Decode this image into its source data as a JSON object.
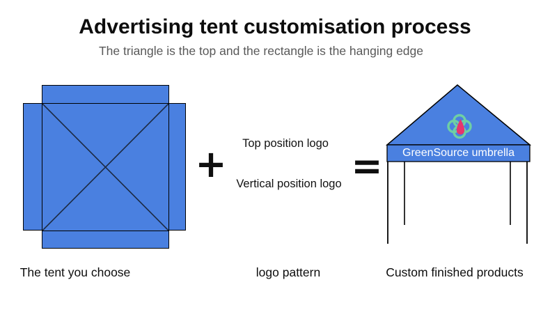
{
  "header": {
    "title": "Advertising tent customisation process",
    "subtitle": "The triangle is the top and the rectangle is the hanging edge"
  },
  "colors": {
    "tent_blue": "#4a80e0",
    "outline_black": "#000000",
    "diagonal_navy": "#1c2940",
    "subtitle_gray": "#595959",
    "logo_green": "#6fcfa4",
    "logo_pink": "#e8356d",
    "banner_text_white": "#ffffff"
  },
  "process": {
    "left": {
      "caption": "The tent you choose",
      "shape": "square tent top with four hanging flaps and X cross"
    },
    "middle": {
      "plus_symbol": "+",
      "top_label": "Top position logo",
      "bottom_label": "Vertical position logo",
      "equals_symbol": "=",
      "caption": "logo pattern"
    },
    "right": {
      "banner_text": "GreenSource umbrella",
      "caption": "Custom finished products",
      "logo": "green clover outline with pink teardrop"
    }
  }
}
